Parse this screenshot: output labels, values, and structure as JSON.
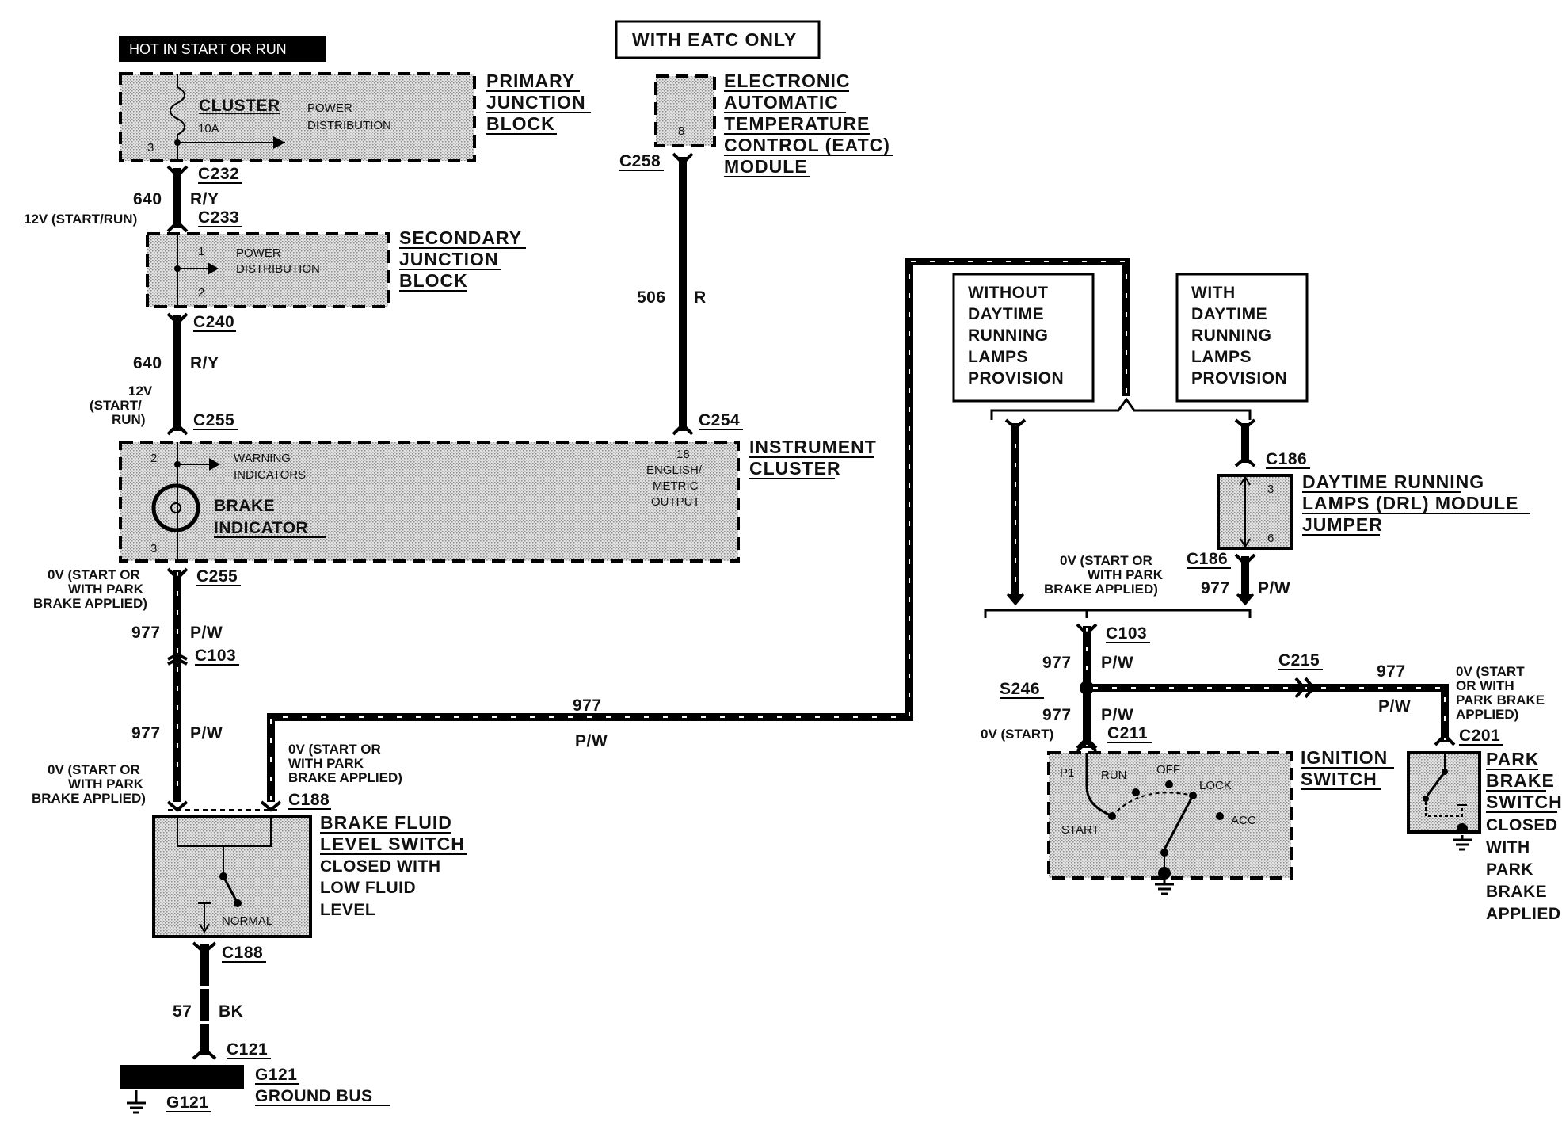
{
  "hot_label": "HOT IN START OR RUN",
  "eatc_only": "WITH EATC ONLY",
  "primary_junction": {
    "name_lines": [
      "PRIMARY",
      "JUNCTION",
      "BLOCK"
    ],
    "cluster": "CLUSTER",
    "fuse": "10A",
    "power_dist": [
      "POWER",
      "DISTRIBUTION"
    ],
    "pin": "3"
  },
  "eatc_module": {
    "name_lines": [
      "ELECTRONIC",
      "AUTOMATIC",
      "TEMPERATURE",
      "CONTROL (EATC)",
      "MODULE"
    ],
    "pin": "8"
  },
  "secondary_junction": {
    "name_lines": [
      "SECONDARY",
      "JUNCTION",
      "BLOCK"
    ],
    "power_dist": [
      "POWER",
      "DISTRIBUTION"
    ],
    "pin1": "1",
    "pin2": "2"
  },
  "instrument_cluster": {
    "name_lines": [
      "INSTRUMENT",
      "CLUSTER"
    ],
    "warning": [
      "WARNING",
      "INDICATORS"
    ],
    "brake_indicator": [
      "BRAKE",
      "INDICATOR"
    ],
    "output": [
      "18",
      "ENGLISH/",
      "METRIC",
      "OUTPUT"
    ],
    "pin2": "2",
    "pin3": "3"
  },
  "brake_fluid_switch": {
    "name_lines": [
      "BRAKE FLUID",
      "LEVEL SWITCH"
    ],
    "desc_lines": [
      "CLOSED WITH",
      "LOW FLUID",
      "LEVEL"
    ],
    "normal": "NORMAL"
  },
  "ground_bus": {
    "name": "G121",
    "label": "GROUND BUS",
    "g_label": "G121"
  },
  "drl_without": [
    "WITHOUT",
    "DAYTIME",
    "RUNNING",
    "LAMPS",
    "PROVISION"
  ],
  "drl_with": [
    "WITH",
    "DAYTIME",
    "RUNNING",
    "LAMPS",
    "PROVISION"
  ],
  "drl_module": {
    "name_lines": [
      "DAYTIME RUNNING",
      "LAMPS (DRL) MODULE",
      "JUMPER"
    ],
    "pin3": "3",
    "pin6": "6"
  },
  "ignition_switch": {
    "name_lines": [
      "IGNITION",
      "SWITCH"
    ],
    "positions": {
      "p1": "P1",
      "run": "RUN",
      "off": "OFF",
      "lock": "LOCK",
      "acc": "ACC",
      "start": "START"
    }
  },
  "park_brake_switch": {
    "name_lines": [
      "PARK",
      "BRAKE",
      "SWITCH"
    ],
    "desc_lines": [
      "CLOSED",
      "WITH",
      "PARK",
      "BRAKE",
      "APPLIED"
    ]
  },
  "connectors": {
    "c232": "C232",
    "c233": "C233",
    "c240": "C240",
    "c255a": "C255",
    "c255b": "C255",
    "c258": "C258",
    "c254": "C254",
    "c103a": "C103",
    "c188a": "C188",
    "c188b": "C188",
    "c121": "C121",
    "c186a": "C186",
    "c186b": "C186",
    "c103b": "C103",
    "c215": "C215",
    "s246": "S246",
    "c211": "C211",
    "c201": "C201"
  },
  "wires": {
    "w640a": {
      "num": "640",
      "color": "R/Y"
    },
    "w640b": {
      "num": "640",
      "color": "R/Y"
    },
    "w506": {
      "num": "506",
      "color": "R"
    },
    "w977a": {
      "num": "977",
      "color": "P/W"
    },
    "w977b": {
      "num": "977",
      "color": "P/W"
    },
    "w977c": {
      "num": "977",
      "color": "P/W"
    },
    "w977d": {
      "num": "977",
      "color": "P/W"
    },
    "w977e": {
      "num": "977",
      "color": "P/W"
    },
    "w977f": {
      "num": "977",
      "color": "P/W"
    },
    "w977g": {
      "num": "977",
      "color": "P/W"
    },
    "w57": {
      "num": "57",
      "color": "BK"
    }
  },
  "voltages": {
    "v12_start_run": "12V (START/RUN)",
    "v12_stack": [
      "12V",
      "(START/",
      "RUN)"
    ],
    "v0_brake_a": [
      "0V (START OR",
      "WITH PARK",
      "BRAKE APPLIED)"
    ],
    "v0_brake_b": [
      "0V (START OR",
      "WITH PARK",
      "BRAKE APPLIED)"
    ],
    "v0_brake_c": [
      "0V (START OR",
      "WITH PARK",
      "BRAKE APPLIED)"
    ],
    "v0_brake_d": [
      "0V (START OR",
      "WITH PARK",
      "BRAKE APPLIED)"
    ],
    "v0_brake_e": [
      "0V (START",
      "OR WITH",
      "PARK BRAKE",
      "APPLIED)"
    ],
    "v0_start": "0V (START)"
  }
}
